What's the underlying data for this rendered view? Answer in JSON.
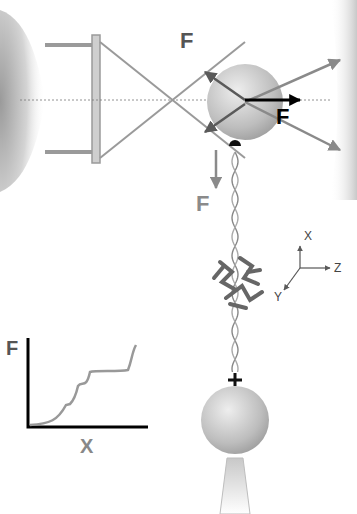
{
  "diagram": {
    "labels": [
      "F",
      "F",
      "F",
      "X",
      "Y",
      "Z",
      "F",
      "X"
    ]
  }
}
